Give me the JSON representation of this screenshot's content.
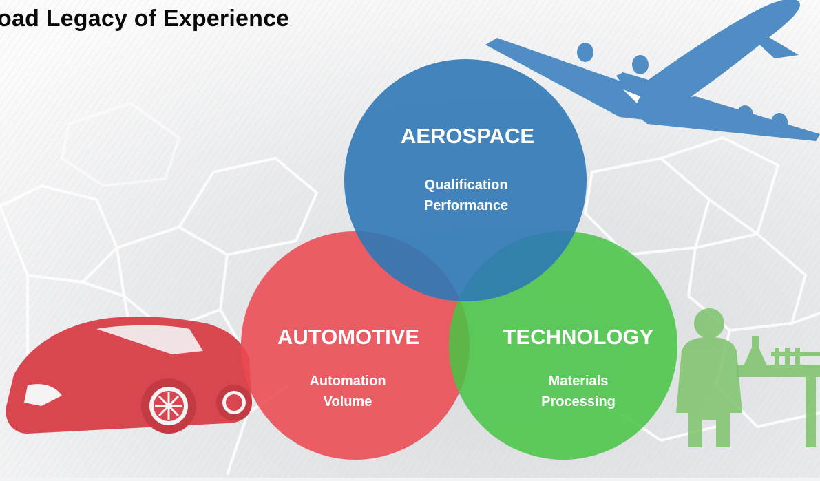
{
  "title": "oad Legacy of Experience",
  "circles": {
    "aerospace": {
      "heading": "AEROSPACE",
      "line1": "Qualification",
      "line2": "Performance",
      "color": "#2f78b5"
    },
    "automotive": {
      "heading": "AUTOMOTIVE",
      "line1": "Automation",
      "line2": "Volume",
      "color": "#ec4a52"
    },
    "technology": {
      "heading": "TECHNOLOGY",
      "line1": "Materials",
      "line2": "Processing",
      "color": "#45c443"
    }
  },
  "icons": {
    "airplane": "airplane-icon",
    "car": "car-icon",
    "scientist": "scientist-icon",
    "lab_equipment": "lab-equipment-icon"
  }
}
